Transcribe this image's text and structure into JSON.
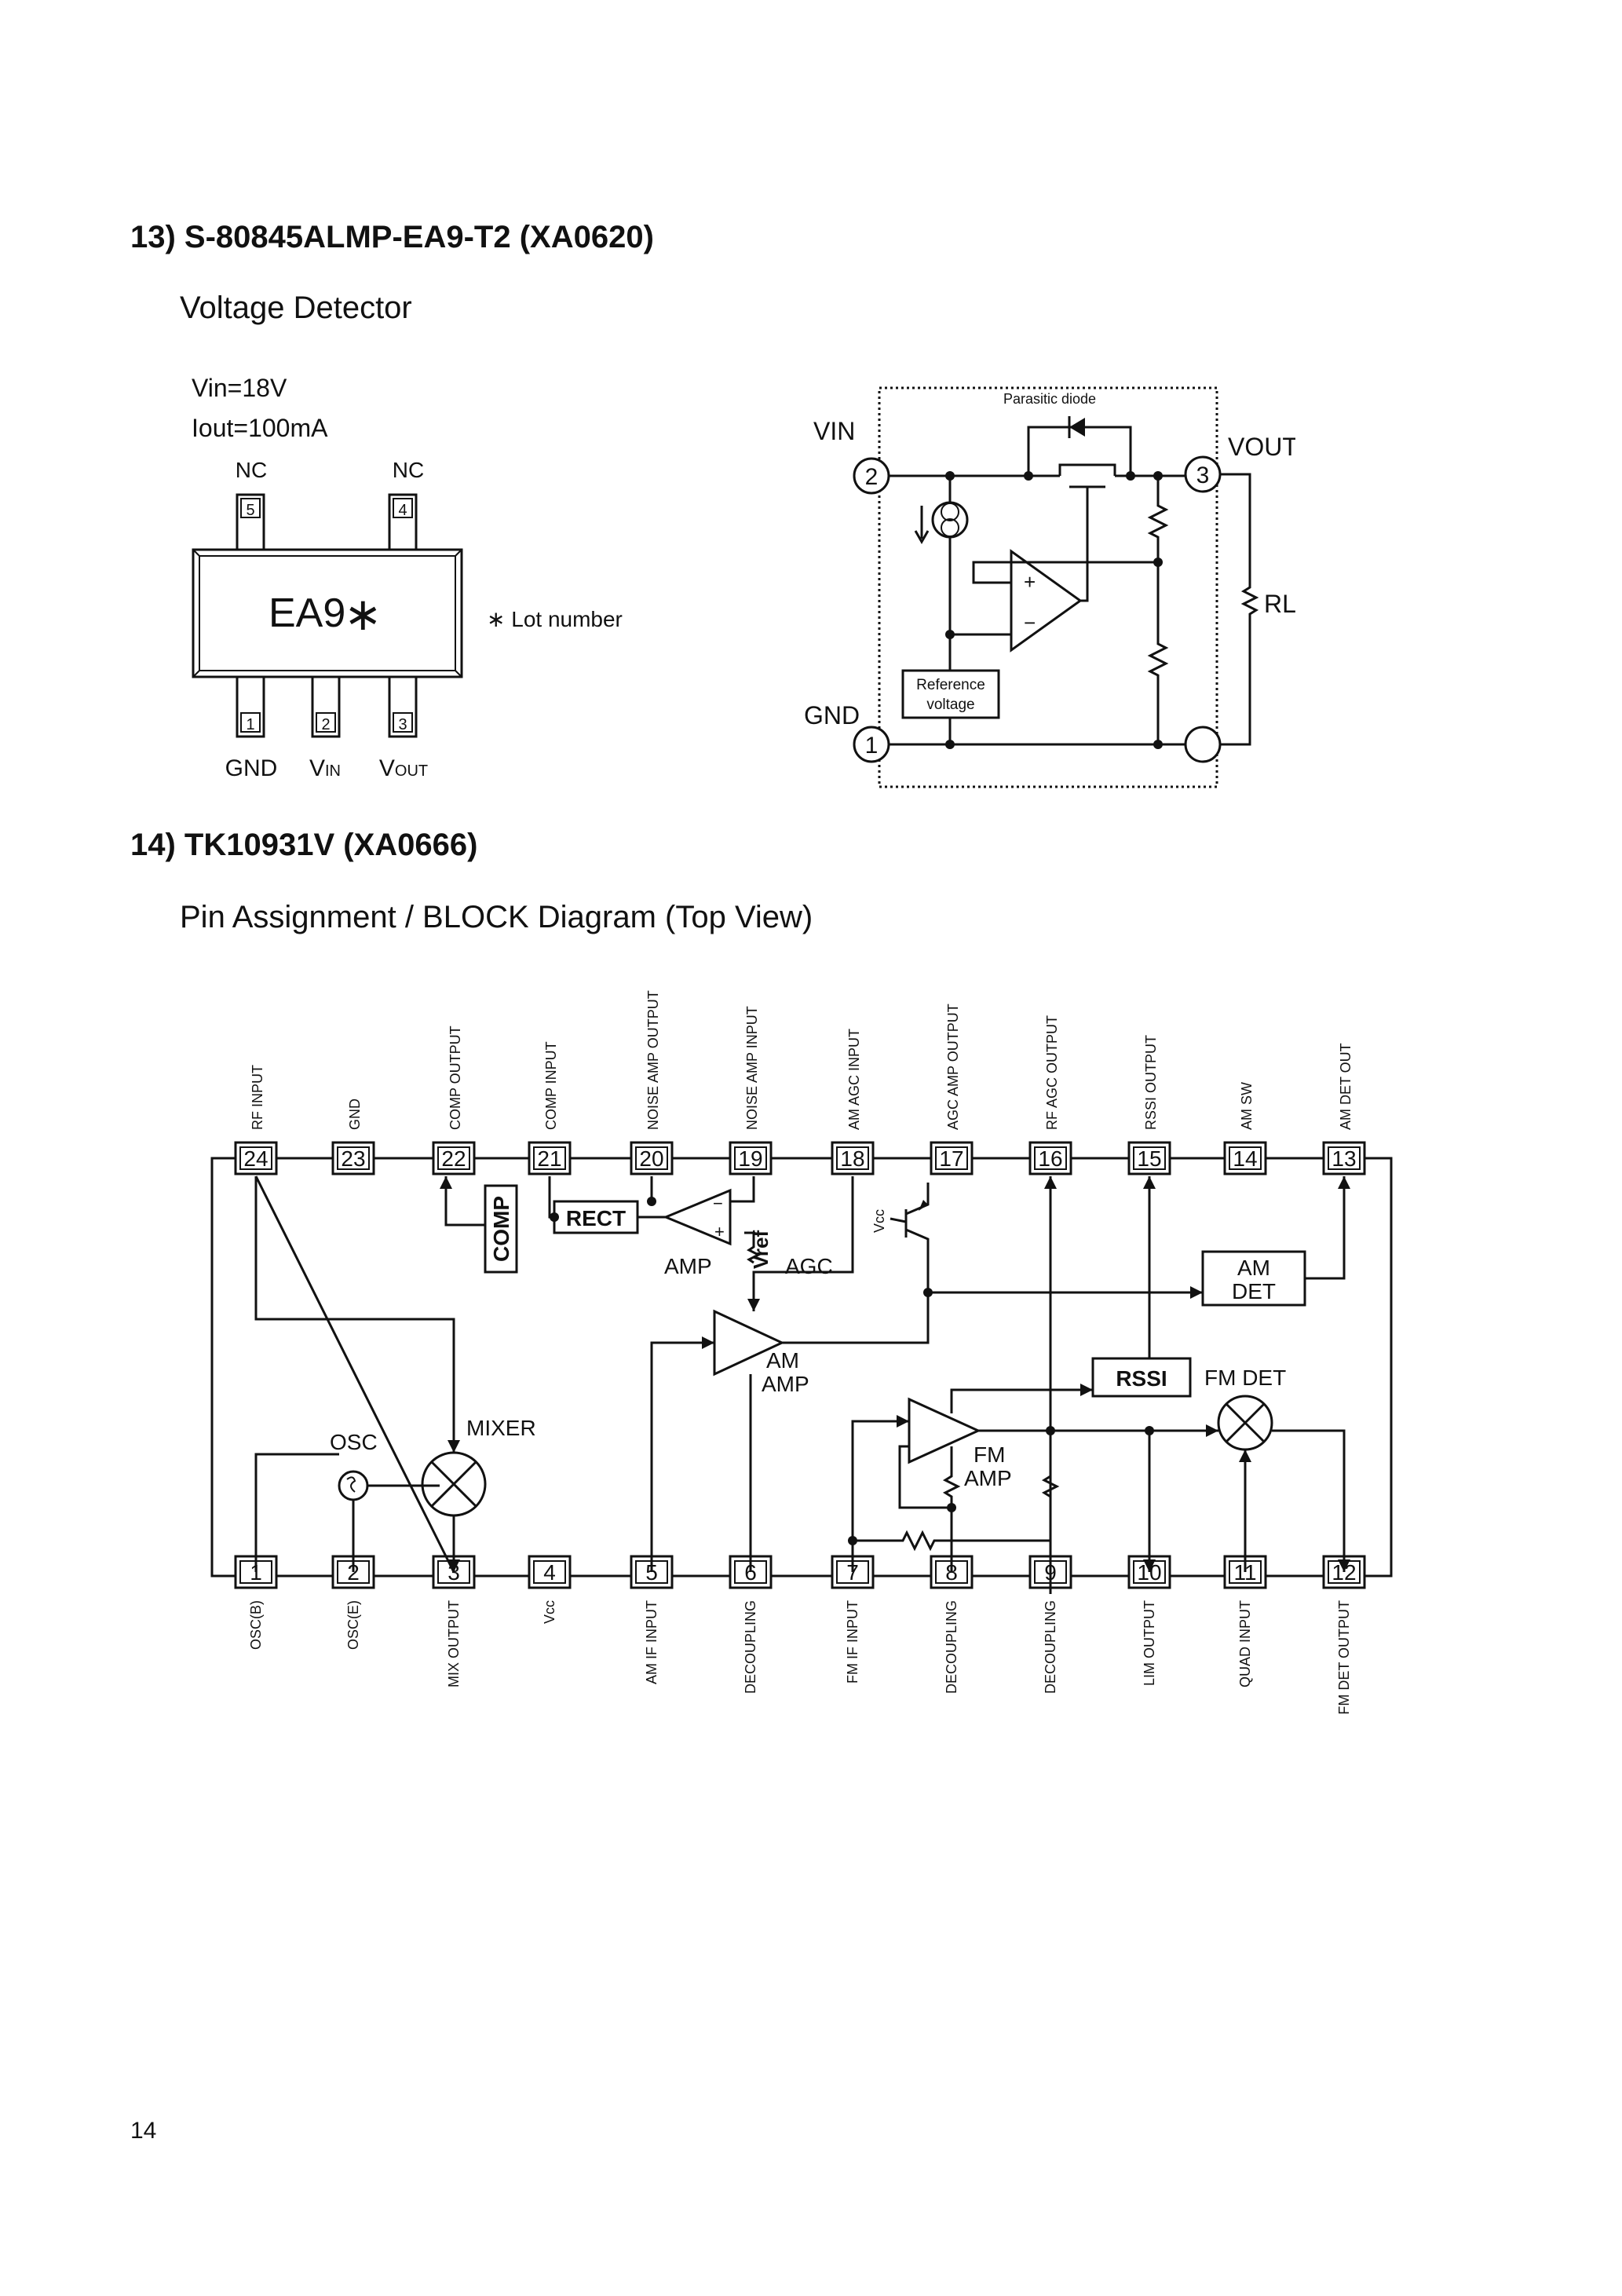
{
  "section13": {
    "heading": "13) S-80845ALMP-EA9-T2 (XA0620)",
    "subtitle": "Voltage Detector",
    "conditions": [
      "Vin=18V",
      "Iout=100mA"
    ],
    "package": {
      "marking": "EA9",
      "marking_mark": "∗",
      "lot_note": "∗ Lot number",
      "top_pin_labels": [
        "NC",
        "NC"
      ],
      "top_pins": [
        "5",
        "4"
      ],
      "bottom_pins": [
        "1",
        "2",
        "3"
      ],
      "bottom_pin_labels": [
        {
          "main": "GND",
          "sub": ""
        },
        {
          "main": "V",
          "sub": "IN"
        },
        {
          "main": "V",
          "sub": "OUT"
        }
      ]
    },
    "circuit": {
      "vin_label": "VIN",
      "vout_label": "VOUT",
      "gnd_label": "GND",
      "rl_label": "RL",
      "parasitic_label": "Parasitic diode",
      "reference_label_1": "Reference",
      "reference_label_2": "voltage",
      "pin_vin": "2",
      "pin_vout": "3",
      "pin_gnd": "1",
      "opamp_plus": "+",
      "opamp_minus": "−"
    }
  },
  "section14": {
    "heading": "14) TK10931V (XA0666)",
    "subtitle": "Pin Assignment / BLOCK Diagram (Top View)",
    "top_pins": [
      {
        "num": "24",
        "label": "RF INPUT"
      },
      {
        "num": "23",
        "label": "GND"
      },
      {
        "num": "22",
        "label": "COMP OUTPUT"
      },
      {
        "num": "21",
        "label": "COMP INPUT"
      },
      {
        "num": "20",
        "label": "NOISE AMP OUTPUT"
      },
      {
        "num": "19",
        "label": "NOISE AMP INPUT"
      },
      {
        "num": "18",
        "label": "AM AGC INPUT"
      },
      {
        "num": "17",
        "label": "AGC AMP OUTPUT"
      },
      {
        "num": "16",
        "label": "RF AGC OUTPUT"
      },
      {
        "num": "15",
        "label": "RSSI OUTPUT"
      },
      {
        "num": "14",
        "label": "AM SW"
      },
      {
        "num": "13",
        "label": "AM DET OUT"
      }
    ],
    "bottom_pins": [
      {
        "num": "1",
        "label": "OSC(B)"
      },
      {
        "num": "2",
        "label": "OSC(E)"
      },
      {
        "num": "3",
        "label": "MIX OUTPUT"
      },
      {
        "num": "4",
        "label": "Vcc"
      },
      {
        "num": "5",
        "label": "AM IF INPUT"
      },
      {
        "num": "6",
        "label": "DECOUPLING"
      },
      {
        "num": "7",
        "label": "FM IF INPUT"
      },
      {
        "num": "8",
        "label": "DECOUPLING"
      },
      {
        "num": "9",
        "label": "DECOUPLING"
      },
      {
        "num": "10",
        "label": "LIM OUTPUT"
      },
      {
        "num": "11",
        "label": "QUAD INPUT"
      },
      {
        "num": "12",
        "label": "FM DET OUTPUT"
      }
    ],
    "blocks": {
      "comp": "COMP",
      "rect": "RECT",
      "amp": "AMP",
      "vref": "Vref",
      "agc": "AGC",
      "vcc": "Vcc",
      "am_det_1": "AM",
      "am_det_2": "DET",
      "am_amp_1": "AM",
      "am_amp_2": "AMP",
      "rssi": "RSSI",
      "fm_det": "FM DET",
      "fm_amp_1": "FM",
      "fm_amp_2": "AMP",
      "osc": "OSC",
      "mixer": "MIXER",
      "plus": "+",
      "minus": "−"
    }
  },
  "page_number": "14"
}
